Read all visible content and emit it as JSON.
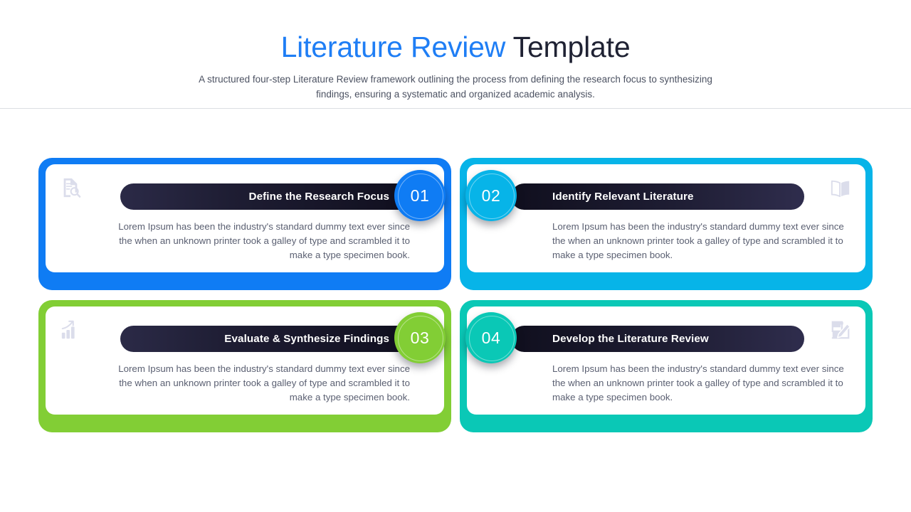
{
  "header": {
    "title_accent": "Literature Review",
    "title_rest": " Template",
    "subtitle": "A structured four-step Literature Review framework outlining the process from defining the research focus to synthesizing findings, ensuring a systematic and organized academic analysis."
  },
  "body_text_shared": "Lorem Ipsum has been the industry's standard dummy text ever since the when an unknown printer took a galley of type and scrambled it to make a type specimen book.",
  "colors": {
    "title_accent": "#1f7ef5",
    "title_rest": "#1f2233",
    "subtitle": "#4c5262",
    "body_text": "#5b6072",
    "divider": "#dcdee3",
    "pill_dark": "#100f1e",
    "pill_light": "#2f2d4d",
    "card1": "#0f7cf4",
    "card2": "#07b4e8",
    "card3": "#82ce35",
    "card4": "#0ac8b6"
  },
  "cards": [
    {
      "number": "01",
      "title": "Define the Research Focus",
      "body": "Lorem Ipsum has been the industry's standard dummy text ever since the when an unknown printer took a galley of type and scrambled it to make a type specimen book.",
      "accent": "#0f7cf4",
      "number_side": "right",
      "icon": "document-search-icon"
    },
    {
      "number": "02",
      "title": "Identify Relevant Literature",
      "body": "Lorem Ipsum has been the industry's standard dummy text ever since the when an unknown printer took a galley of type and scrambled it to make a type specimen book.",
      "accent": "#07b4e8",
      "number_side": "left",
      "icon": "open-book-icon"
    },
    {
      "number": "03",
      "title": "Evaluate & Synthesize Findings",
      "body": "Lorem Ipsum has been the industry's standard dummy text ever since the when an unknown printer took a galley of type and scrambled it to make a type specimen book.",
      "accent": "#82ce35",
      "number_side": "right",
      "icon": "growth-chart-icon"
    },
    {
      "number": "04",
      "title": "Develop the Literature Review",
      "body": "Lorem Ipsum has been the industry's standard dummy text ever since the when an unknown printer took a galley of type and scrambled it to make a type specimen book.",
      "accent": "#0ac8b6",
      "number_side": "left",
      "icon": "write-document-icon"
    }
  ]
}
